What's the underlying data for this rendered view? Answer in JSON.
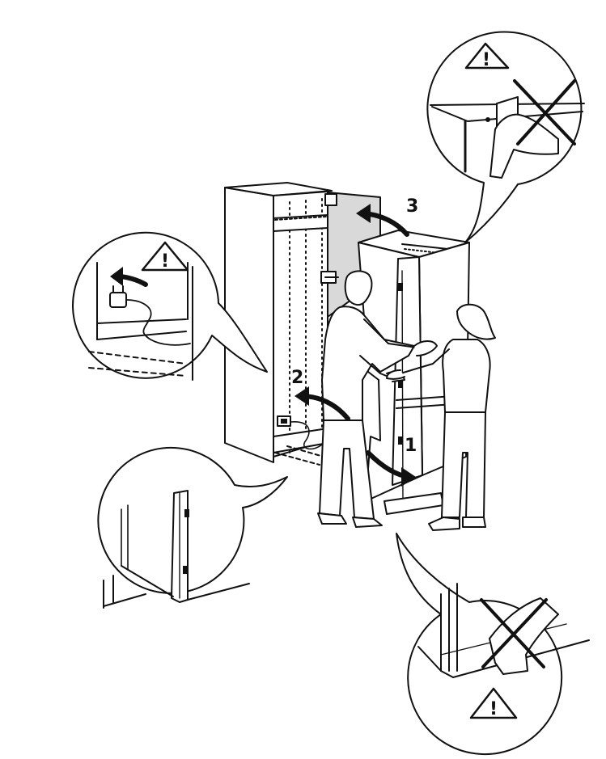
{
  "steps": {
    "step1": "1",
    "step2": "2",
    "step3": "3"
  },
  "warning_mark": "!",
  "icons": [
    "warning-triangle-icon",
    "prohibited-cross-icon",
    "power-plug-icon",
    "rotation-arrow-icon"
  ],
  "colors": {
    "line": "#111111",
    "panel": "#d9d9d9",
    "background": "#ffffff"
  }
}
